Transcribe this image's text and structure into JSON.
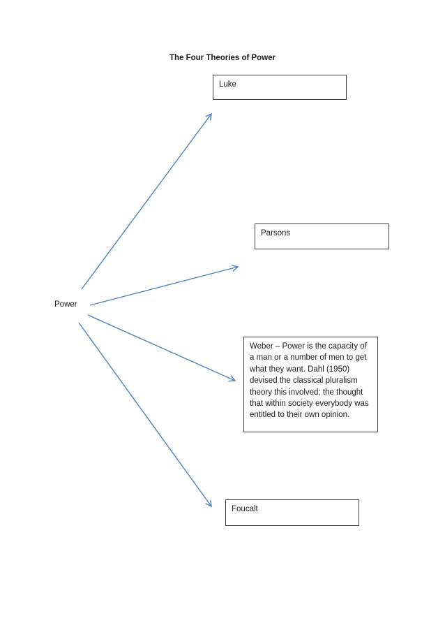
{
  "page": {
    "title": "The Four Theories of Power",
    "background_color": "#ffffff"
  },
  "diagram": {
    "root_label": "Power",
    "arrow_color": "#4f81bd",
    "box_border_color": "#3f3f3f",
    "text_color": "#1c1c1c",
    "nodes": [
      {
        "id": "luke",
        "label": "Luke"
      },
      {
        "id": "parsons",
        "label": "Parsons"
      },
      {
        "id": "weber",
        "label": "Weber – Power is the capacity of a man or a number of men to get what they want. Dahl (1950) devised the classical pluralism theory this involved; the thought that within society everybody was entitled to their own opinion."
      },
      {
        "id": "foucalt",
        "label": "Foucalt"
      }
    ],
    "edges": [
      {
        "from": "Power",
        "to": "Luke"
      },
      {
        "from": "Power",
        "to": "Parsons"
      },
      {
        "from": "Power",
        "to": "Weber"
      },
      {
        "from": "Power",
        "to": "Foucalt"
      }
    ]
  }
}
